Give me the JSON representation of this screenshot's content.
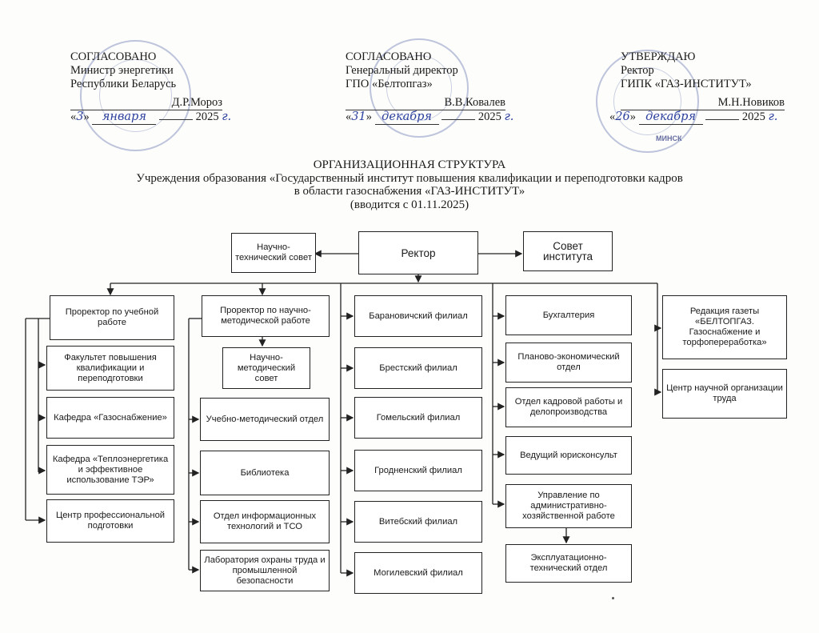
{
  "approvals": {
    "left": {
      "heading": "СОГЛАСОВАНО",
      "position": "Министр энергетики",
      "org": "Республики Беларусь",
      "signature": "Д.Р.Мороз",
      "date_open": "«",
      "day": "3",
      "day_sep": "»",
      "month": "января",
      "year": "2025",
      "year_suffix": "г."
    },
    "middle": {
      "heading": "СОГЛАСОВАНО",
      "position": "Генеральный директор",
      "org": "ГПО «Белтопгаз»",
      "signature": "В.В.Ковалев",
      "date_open": "«",
      "day": "31",
      "day_sep": "»",
      "month": "декабря",
      "year": "2025",
      "year_suffix": "г."
    },
    "right": {
      "heading": "УТВЕРЖДАЮ",
      "position": "Ректор",
      "org": "ГИПК «ГАЗ-ИНСТИТУТ»",
      "signature": "М.Н.Новиков",
      "date_open": "«",
      "day": "26",
      "day_sep": "»",
      "month": "декабря",
      "year": "2025",
      "year_suffix": "г."
    }
  },
  "stamp_text": "МИНСК",
  "title": {
    "line1": "ОРГАНИЗАЦИОННАЯ СТРУКТУРА",
    "line2": "Учреждения образования «Государственный институт повышения квалификации и переподготовки кадров",
    "line3": "в области газоснабжения «ГАЗ-ИНСТИТУТ»",
    "line4": "(вводится с 01.11.2025)"
  },
  "org": {
    "rector": "Ректор",
    "science_council": "Научно-технический совет",
    "institute_council": "Совет института",
    "vice_edu": "Проректор по учебной работе",
    "vice_method": "Проректор по научно-методической работе",
    "faculty": "Факультет повышения квалификации и переподготовки",
    "dept_gas": "Кафедра «Газоснабжение»",
    "dept_heat": "Кафедра «Теплоэнергетика и эффективное использование ТЭР»",
    "prof_center": "Центр профессиональной подготовки",
    "method_council": "Научно-методический совет",
    "method_dept": "Учебно-методический отдел",
    "library": "Библиотека",
    "it_dept": "Отдел информационных технологий и ТСО",
    "lab": "Лаборатория охраны труда и промышленной безопасности",
    "branches": [
      "Барановичский филиал",
      "Брестский филиал",
      "Гомельский филиал",
      "Гродненский филиал",
      "Витебский филиал",
      "Могилевский филиал"
    ],
    "services": [
      "Бухгалтерия",
      "Планово-экономический отдел",
      "Отдел кадровой работы и делопроизводства",
      "Ведущий юрисконсульт",
      "Управление по административно-хозяйственной работе"
    ],
    "exploitation": "Эксплуатационно-технический отдел",
    "newspaper": "Редакция газеты «БЕЛТОПГАЗ. Газоснабжение и торфопереработка»",
    "labor_center": "Центр научной организации труда"
  }
}
